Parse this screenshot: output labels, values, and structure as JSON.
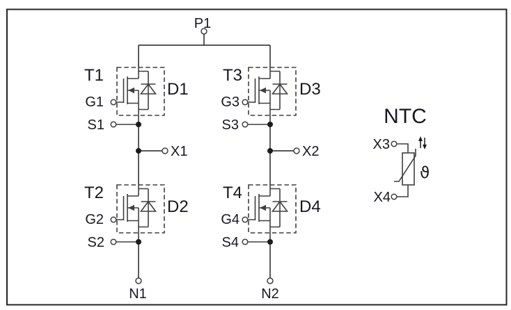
{
  "figure": {
    "kind": "power-module-circuit-schematic",
    "description": "Full-bridge MOSFET module with antiparallel diodes and NTC thermistor",
    "colors": {
      "background": "#ffffff",
      "border": "#242424",
      "wire": "#3f3f3f",
      "text": "#17171f"
    },
    "dc_plus_terminal": "P1",
    "legs": [
      {
        "output_terminal": "X1",
        "bottom_terminal": "N1",
        "high_side": {
          "transistor": "T1",
          "diode": "D1",
          "gate": "G1",
          "source": "S1"
        },
        "low_side": {
          "transistor": "T2",
          "diode": "D2",
          "gate": "G2",
          "source": "S2"
        }
      },
      {
        "output_terminal": "X2",
        "bottom_terminal": "N2",
        "high_side": {
          "transistor": "T3",
          "diode": "D3",
          "gate": "G3",
          "source": "S3"
        },
        "low_side": {
          "transistor": "T4",
          "diode": "D4",
          "gate": "G4",
          "source": "S4"
        }
      }
    ],
    "ntc": {
      "label": "NTC",
      "top_terminal": "X3",
      "bottom_terminal": "X4",
      "theta_symbol": "ϑ"
    }
  }
}
